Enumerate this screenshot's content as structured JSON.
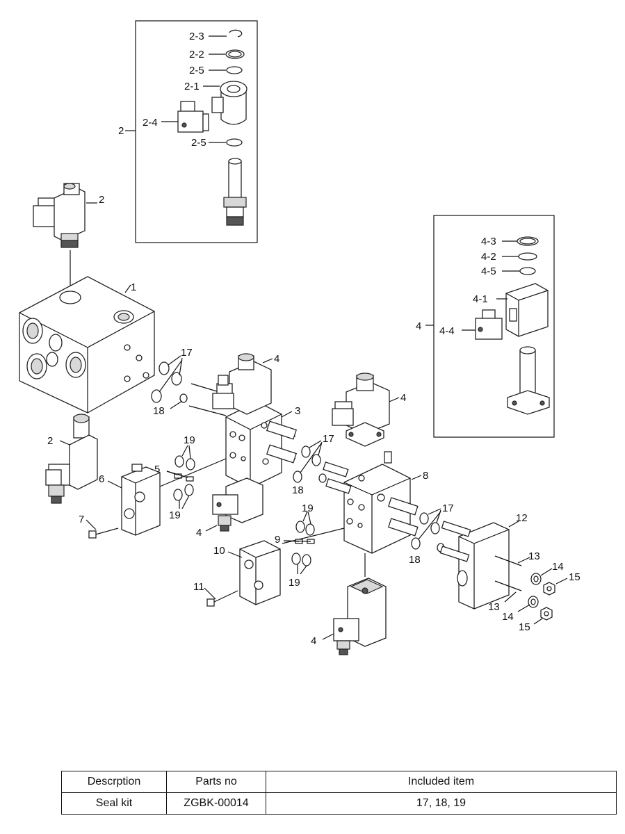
{
  "callouts": {
    "c1": "1",
    "c2a": "2",
    "c2b": "2",
    "c2box": "2",
    "c2_1": "2-1",
    "c2_2": "2-2",
    "c2_3": "2-3",
    "c2_4": "2-4",
    "c2_5a": "2-5",
    "c2_5b": "2-5",
    "c3": "3",
    "c4a": "4",
    "c4b": "4",
    "c4c": "4",
    "c4d": "4",
    "c4box": "4",
    "c4_1": "4-1",
    "c4_2": "4-2",
    "c4_3": "4-3",
    "c4_4": "4-4",
    "c4_5": "4-5",
    "c5": "5",
    "c6": "6",
    "c7": "7",
    "c8": "8",
    "c9": "9",
    "c10": "10",
    "c11": "11",
    "c12": "12",
    "c13a": "13",
    "c13b": "13",
    "c14a": "14",
    "c14b": "14",
    "c15a": "15",
    "c15b": "15",
    "c17a": "17",
    "c17b": "17",
    "c17c": "17",
    "c18a": "18",
    "c18b": "18",
    "c18c": "18",
    "c19a": "19",
    "c19b": "19",
    "c19c": "19",
    "c19d": "19"
  },
  "table": {
    "headers": [
      "Descrption",
      "Parts no",
      "Included item"
    ],
    "rows": [
      [
        "Seal kit",
        "ZGBK-00014",
        "17, 18, 19"
      ]
    ]
  }
}
